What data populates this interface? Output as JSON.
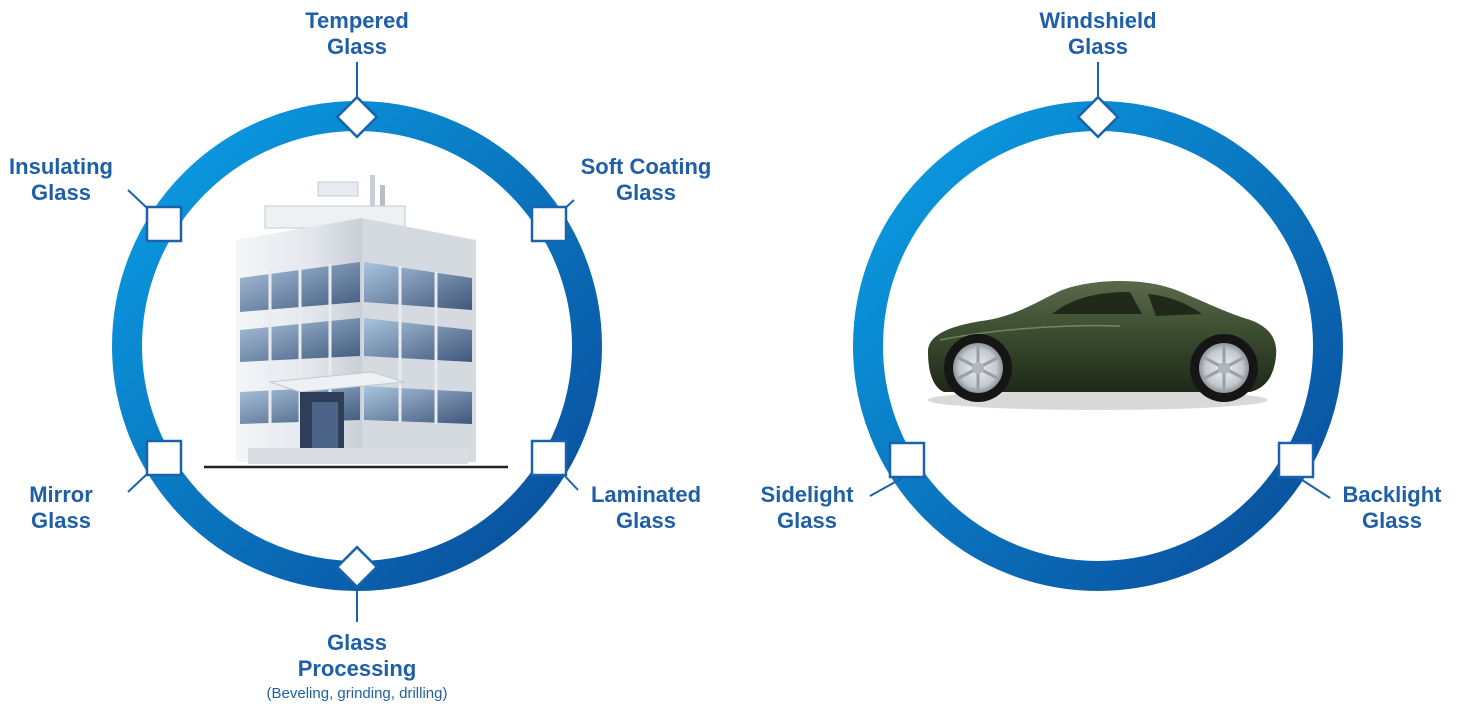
{
  "building_diagram": {
    "labels": {
      "tempered": [
        "Tempered",
        "Glass"
      ],
      "soft_coating": [
        "Soft Coating",
        "Glass"
      ],
      "laminated": [
        "Laminated",
        "Glass"
      ],
      "processing": [
        "Glass",
        "Processing"
      ],
      "processing_note": "(Beveling, grinding, drilling)",
      "mirror": [
        "Mirror",
        "Glass"
      ],
      "insulating": [
        "Insulating",
        "Glass"
      ]
    },
    "center_image": "office-building"
  },
  "car_diagram": {
    "labels": {
      "windshield": [
        "Windshield",
        "Glass"
      ],
      "backlight": [
        "Backlight",
        "Glass"
      ],
      "sidelight": [
        "Sidelight",
        "Glass"
      ]
    },
    "center_image": "sports-car"
  },
  "colors": {
    "ring_light": "#0a8fd6",
    "ring_dark": "#0a4e9c",
    "label": "#1f5fa6",
    "marker_stroke": "#1a62ad",
    "car_body": "#3a4a2e"
  }
}
